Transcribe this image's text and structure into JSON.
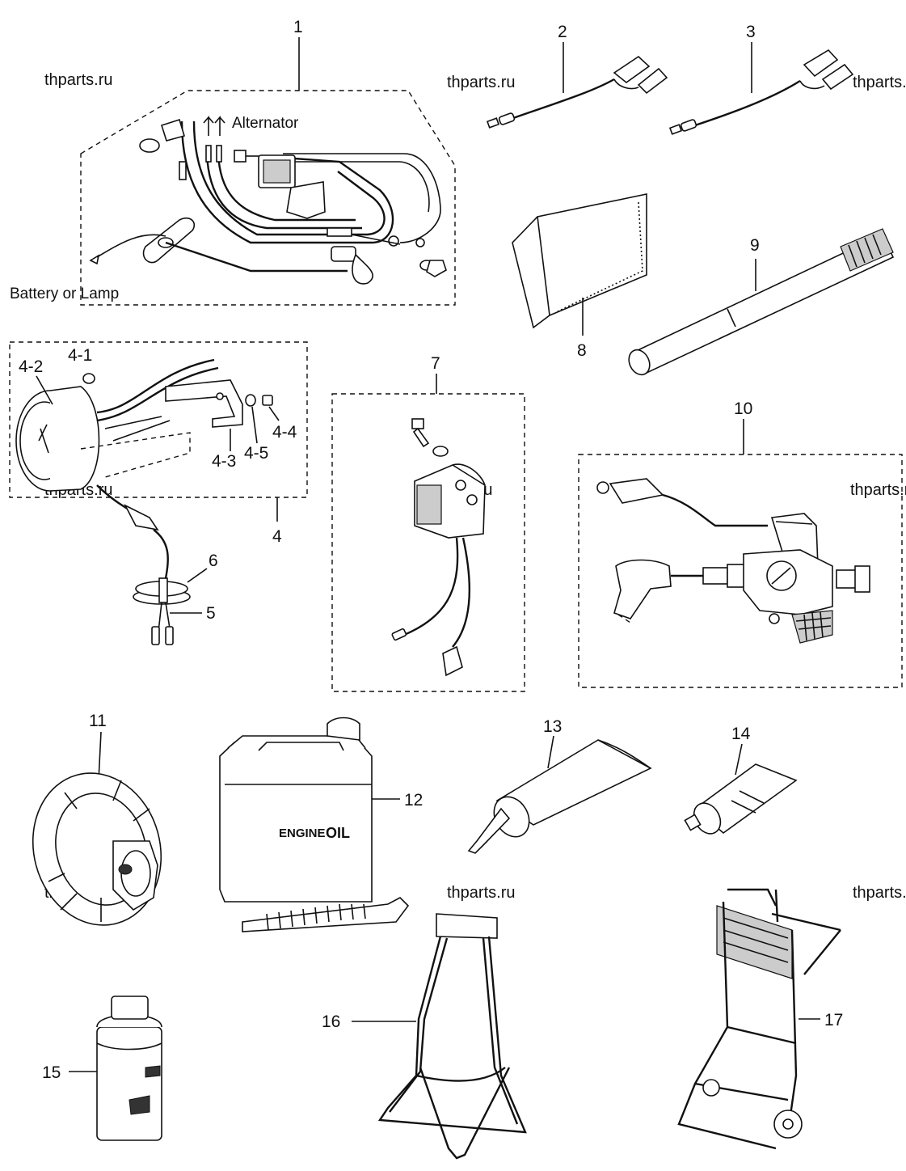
{
  "watermark": "thparts.ru",
  "callouts": {
    "alternator": "Alternator",
    "battery_or_lamp": "Battery or Lamp",
    "engine_oil_word": "ENGINE",
    "engine_oil_logo": "OIL"
  },
  "reference_numbers": {
    "n1": "1",
    "n2": "2",
    "n3": "3",
    "n4": "4",
    "n4_1": "4-1",
    "n4_2": "4-2",
    "n4_3": "4-3",
    "n4_4": "4-4",
    "n4_5": "4-5",
    "n5": "5",
    "n6": "6",
    "n7": "7",
    "n8": "8",
    "n9": "9",
    "n10": "10",
    "n11": "11",
    "n12": "12",
    "n13": "13",
    "n14": "14",
    "n15": "15",
    "n16": "16",
    "n17": "17"
  }
}
